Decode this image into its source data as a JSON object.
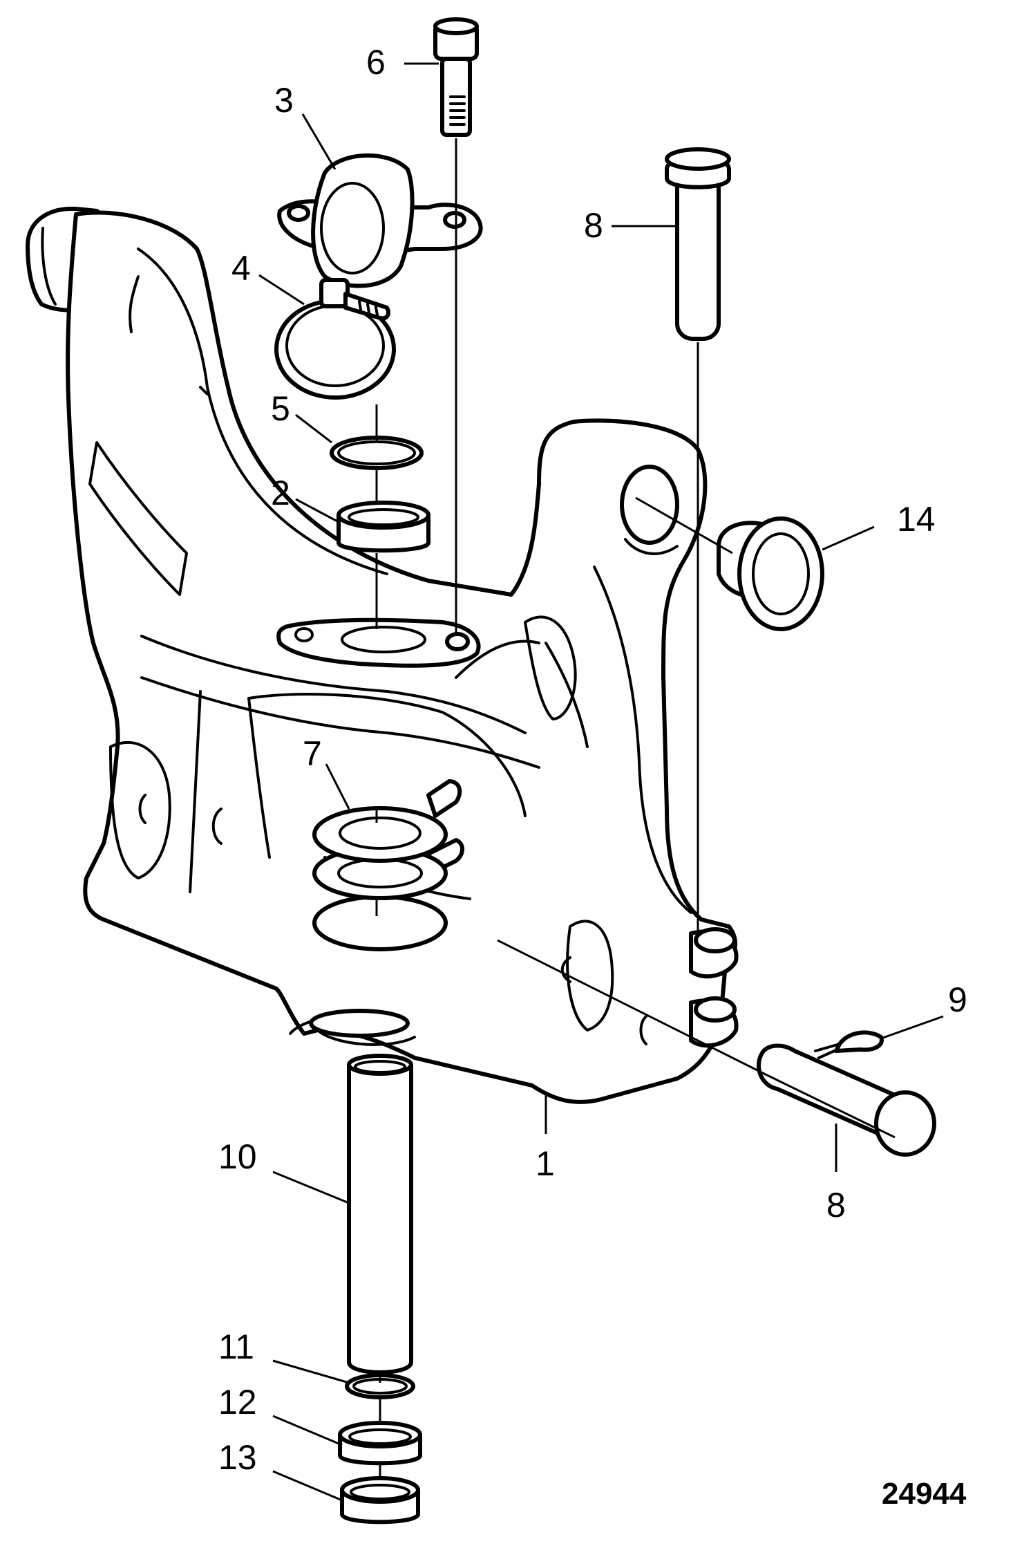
{
  "diagram": {
    "figure_number": "24944",
    "callouts": {
      "c1": "1",
      "c2": "2",
      "c3": "3",
      "c4": "4",
      "c5": "5",
      "c6": "6",
      "c7": "7",
      "c8_top": "8",
      "c8_bottom": "8",
      "c9": "9",
      "c10": "10",
      "c11": "11",
      "c12": "12",
      "c13": "13",
      "c14": "14"
    }
  }
}
